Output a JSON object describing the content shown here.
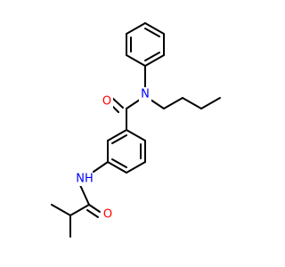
{
  "structure": {
    "atoms": {
      "carbonyl_o_top": {
        "label": "O",
        "color": "#ff0000"
      },
      "amide_n_top": {
        "label": "N",
        "color": "#0000ff"
      },
      "amide_nh_left": {
        "label": "NH",
        "color": "#0000ff"
      },
      "carbonyl_o_bottom": {
        "label": "O",
        "color": "#ff0000"
      }
    }
  }
}
